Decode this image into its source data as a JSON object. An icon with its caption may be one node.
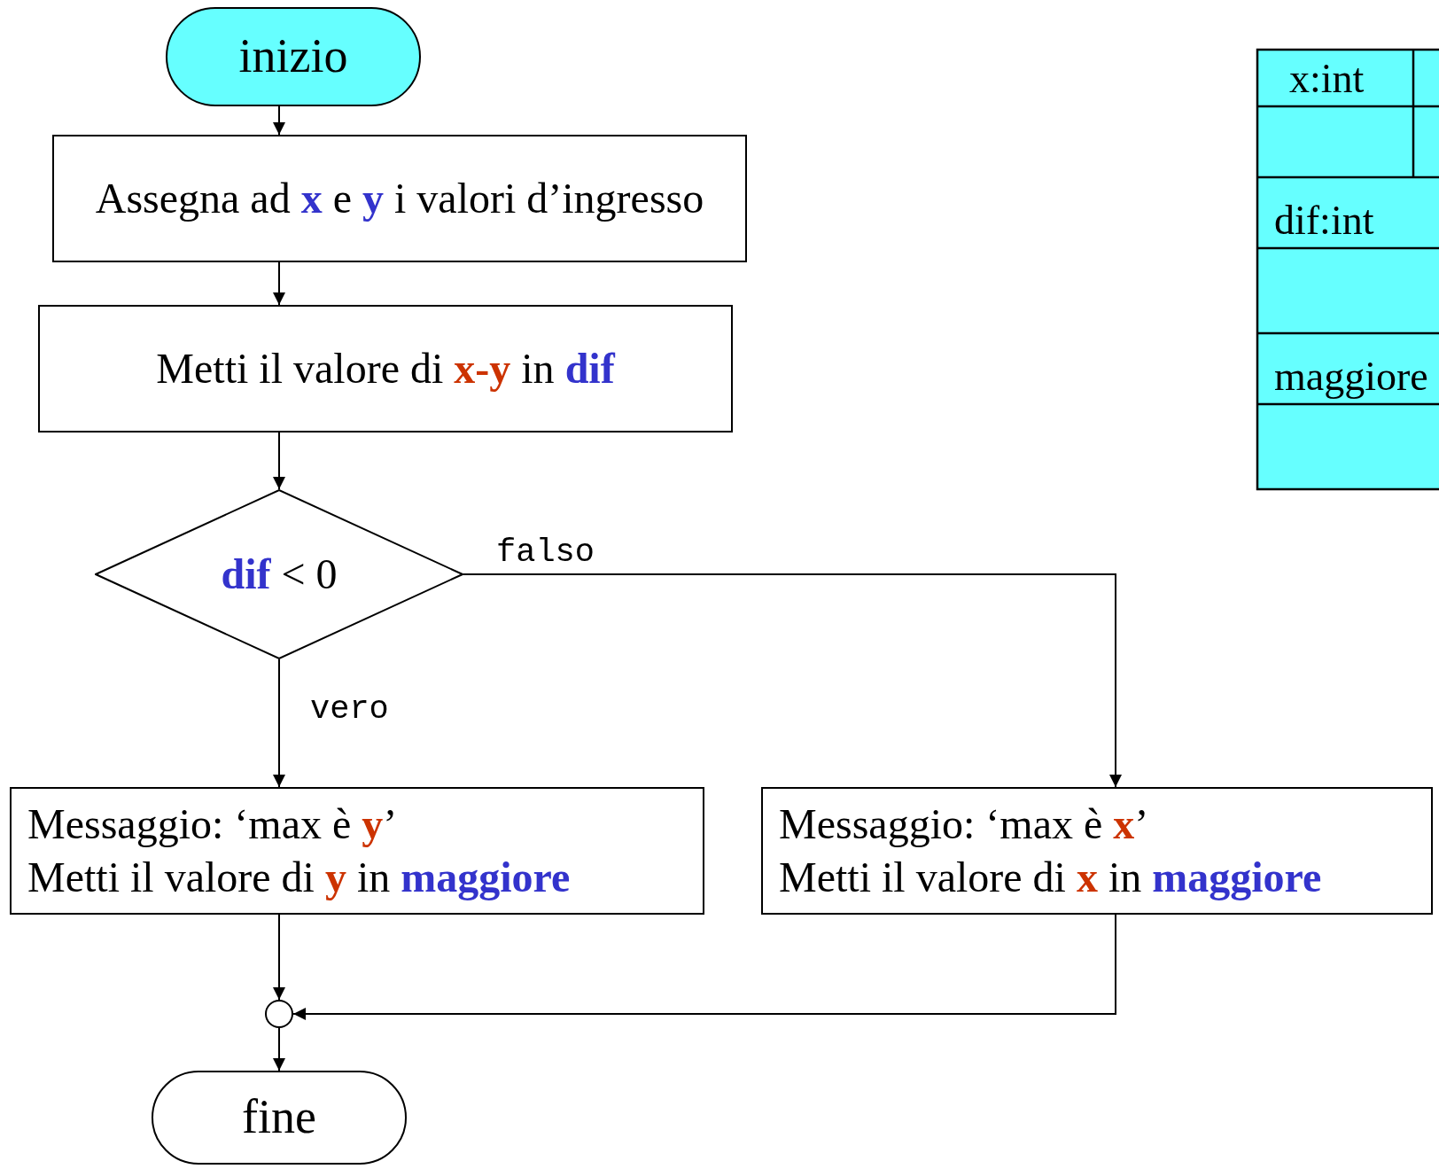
{
  "diagram": {
    "nodes": [
      {
        "text": [
          "inizio"
        ]
      },
      {
        "text": [
          "Assegna ad **x** e **y** i valori d’ingresso"
        ]
      },
      {
        "text": [
          "Metti il valore di **x-y** in **dif**"
        ]
      },
      {
        "text": [
          "**dif** < 0"
        ]
      },
      {
        "text": [
          "Messaggio: ‘max è **y**’",
          "Metti il valore di **y** in **maggiore**"
        ]
      },
      {
        "text": [
          "Messaggio: ‘max è **x**’",
          "Metti il valore di **x**  in **maggiore**"
        ]
      },
      {
        "text": [],
        "shape": "circle"
      },
      {
        "text": [
          "fine"
        ]
      }
    ],
    "edges": [
      {
        "from": 0,
        "to": 1,
        "arrow": "to"
      },
      {
        "from": 1,
        "to": 2,
        "arrow": "to"
      },
      {
        "from": 2,
        "to": 3,
        "arrow": "to"
      },
      {
        "from": 3,
        "to": 4,
        "arrow": "to",
        "label": "vero"
      },
      {
        "from": 3,
        "to": 5,
        "arrow": "to",
        "label": "falso"
      },
      {
        "from": 4,
        "to": 6,
        "arrow": "to"
      },
      {
        "from": 5,
        "to": 6,
        "arrow": "to"
      },
      {
        "from": 6,
        "to": 7,
        "arrow": "to"
      }
    ],
    "labels": [
      "x:int",
      "dif:int",
      "maggiore"
    ]
  }
}
